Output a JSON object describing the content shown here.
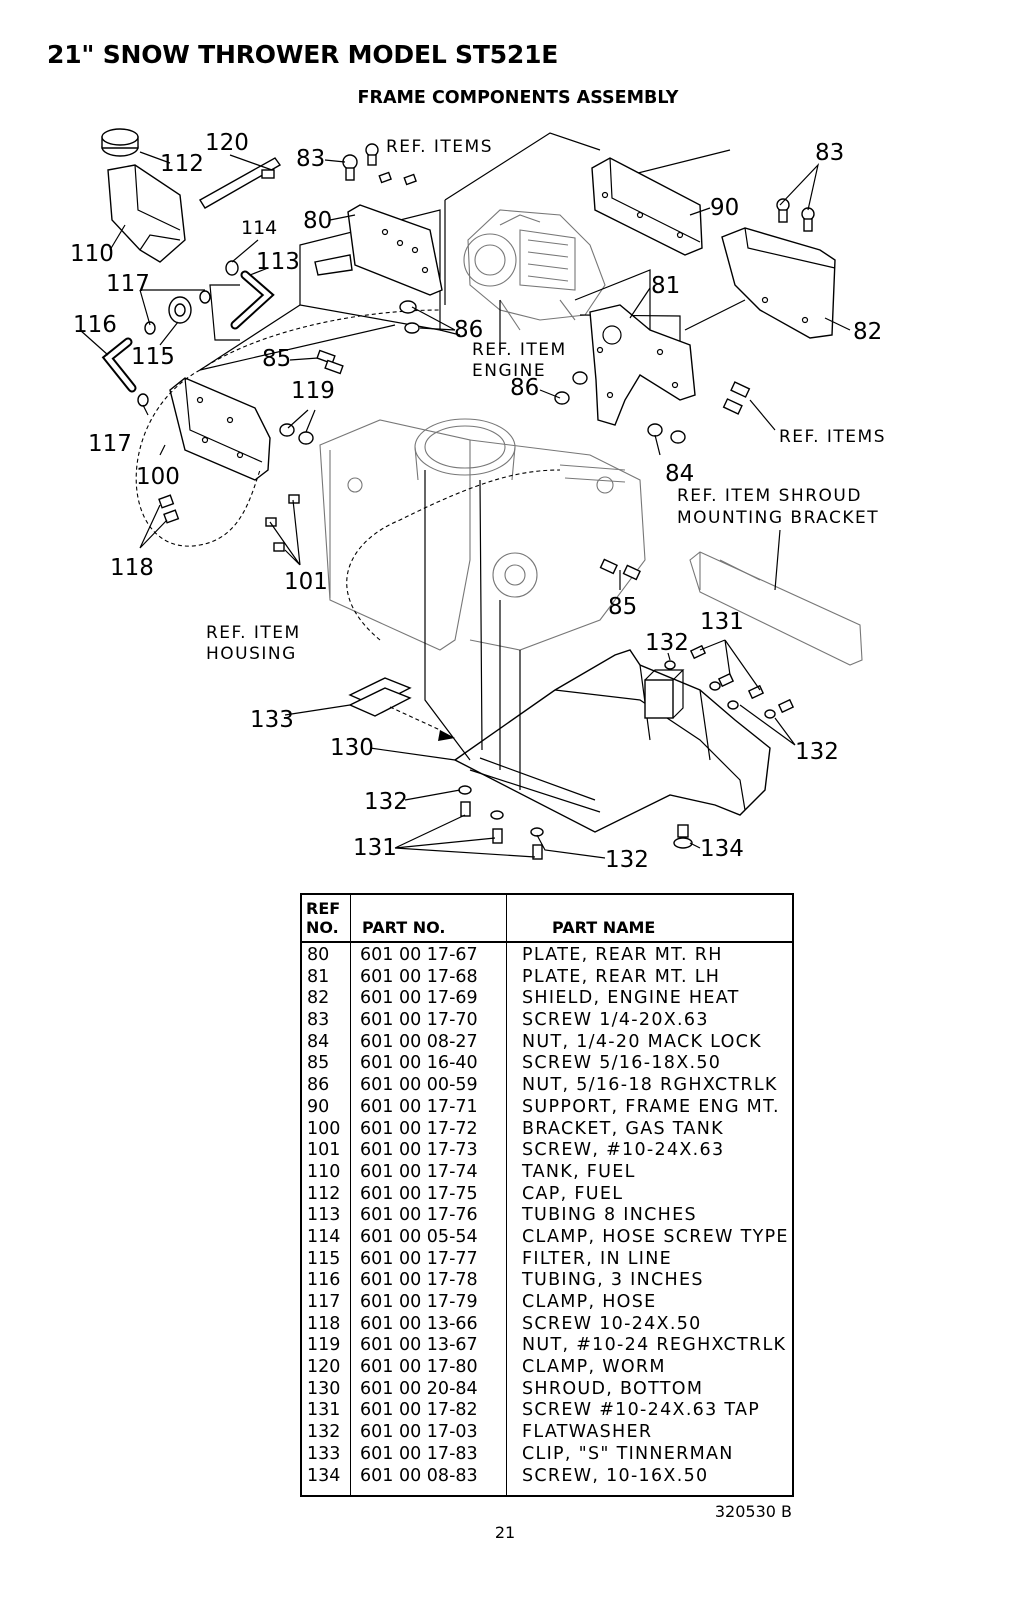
{
  "header": {
    "title": "21\" SNOW THROWER MODEL ST521E",
    "subtitle": "FRAME COMPONENTS ASSEMBLY"
  },
  "diagram": {
    "callouts": {
      "c80": "80",
      "c81": "81",
      "c82": "82",
      "c83a": "83",
      "c83b": "83",
      "c84": "84",
      "c85a": "85",
      "c85b": "85",
      "c86a": "86",
      "c86b": "86",
      "c90": "90",
      "c100": "100",
      "c101": "101",
      "c110": "110",
      "c112": "112",
      "c113": "113",
      "c114": "114",
      "c115": "115",
      "c116": "116",
      "c117a": "117",
      "c117b": "117",
      "c118": "118",
      "c119": "119",
      "c120": "120",
      "c130": "130",
      "c131a": "131",
      "c131b": "131",
      "c132a": "132",
      "c132b": "132",
      "c132c": "132",
      "c132d": "132",
      "c133": "133",
      "c134": "134"
    },
    "labels": {
      "ref_items_top": "REF. ITEMS",
      "ref_items_right": "REF. ITEMS",
      "ref_item_engine_1": "REF. ITEM",
      "ref_item_engine_2": "ENGINE",
      "ref_item_shroud_1": "REF. ITEM SHROUD",
      "ref_item_shroud_2": "MOUNTING BRACKET",
      "ref_item_housing_1": "REF. ITEM",
      "ref_item_housing_2": "HOUSING"
    }
  },
  "table": {
    "headers": {
      "ref_line1": "REF",
      "ref_line2": "NO.",
      "part": "PART NO.",
      "name": "PART NAME"
    },
    "rows": [
      {
        "ref": "80",
        "part": "601 00 17-67",
        "name": "PLATE, REAR MT. RH"
      },
      {
        "ref": "81",
        "part": "601 00 17-68",
        "name": "PLATE, REAR MT. LH"
      },
      {
        "ref": "82",
        "part": "601 00 17-69",
        "name": "SHIELD, ENGINE HEAT"
      },
      {
        "ref": "83",
        "part": "601 00 17-70",
        "name": "SCREW 1/4-20X.63"
      },
      {
        "ref": "84",
        "part": "601 00 08-27",
        "name": "NUT, 1/4-20 MACK LOCK"
      },
      {
        "ref": "85",
        "part": "601 00 16-40",
        "name": "SCREW 5/16-18X.50"
      },
      {
        "ref": "86",
        "part": "601 00 00-59",
        "name": "NUT, 5/16-18 RGHXCTRLK"
      },
      {
        "ref": "90",
        "part": "601 00 17-71",
        "name": "SUPPORT, FRAME ENG MT."
      },
      {
        "ref": "100",
        "part": "601 00 17-72",
        "name": "BRACKET, GAS TANK"
      },
      {
        "ref": "101",
        "part": "601 00 17-73",
        "name": "SCREW, #10-24X.63"
      },
      {
        "ref": "110",
        "part": "601 00 17-74",
        "name": "TANK, FUEL"
      },
      {
        "ref": "112",
        "part": "601 00 17-75",
        "name": "CAP, FUEL"
      },
      {
        "ref": "113",
        "part": "601 00 17-76",
        "name": "TUBING 8 INCHES"
      },
      {
        "ref": "114",
        "part": "601 00 05-54",
        "name": "CLAMP, HOSE SCREW TYPE"
      },
      {
        "ref": "115",
        "part": "601 00 17-77",
        "name": "FILTER, IN LINE"
      },
      {
        "ref": "116",
        "part": "601 00 17-78",
        "name": "TUBING, 3 INCHES"
      },
      {
        "ref": "117",
        "part": "601 00 17-79",
        "name": "CLAMP, HOSE"
      },
      {
        "ref": "118",
        "part": "601 00 13-66",
        "name": "SCREW 10-24X.50"
      },
      {
        "ref": "119",
        "part": "601 00 13-67",
        "name": "NUT, #10-24 REGHXCTRLK"
      },
      {
        "ref": "120",
        "part": "601 00 17-80",
        "name": "CLAMP, WORM"
      },
      {
        "ref": "130",
        "part": "601 00 20-84",
        "name": "SHROUD, BOTTOM"
      },
      {
        "ref": "131",
        "part": "601 00 17-82",
        "name": "SCREW #10-24X.63 TAP"
      },
      {
        "ref": "132",
        "part": "601 00 17-03",
        "name": "FLATWASHER"
      },
      {
        "ref": "133",
        "part": "601 00 17-83",
        "name": "CLIP, \"S\" TINNERMAN"
      },
      {
        "ref": "134",
        "part": "601 00 08-83",
        "name": "SCREW, 10-16X.50"
      }
    ]
  },
  "footer": {
    "doc_number": "320530 B",
    "page_number": "21"
  }
}
